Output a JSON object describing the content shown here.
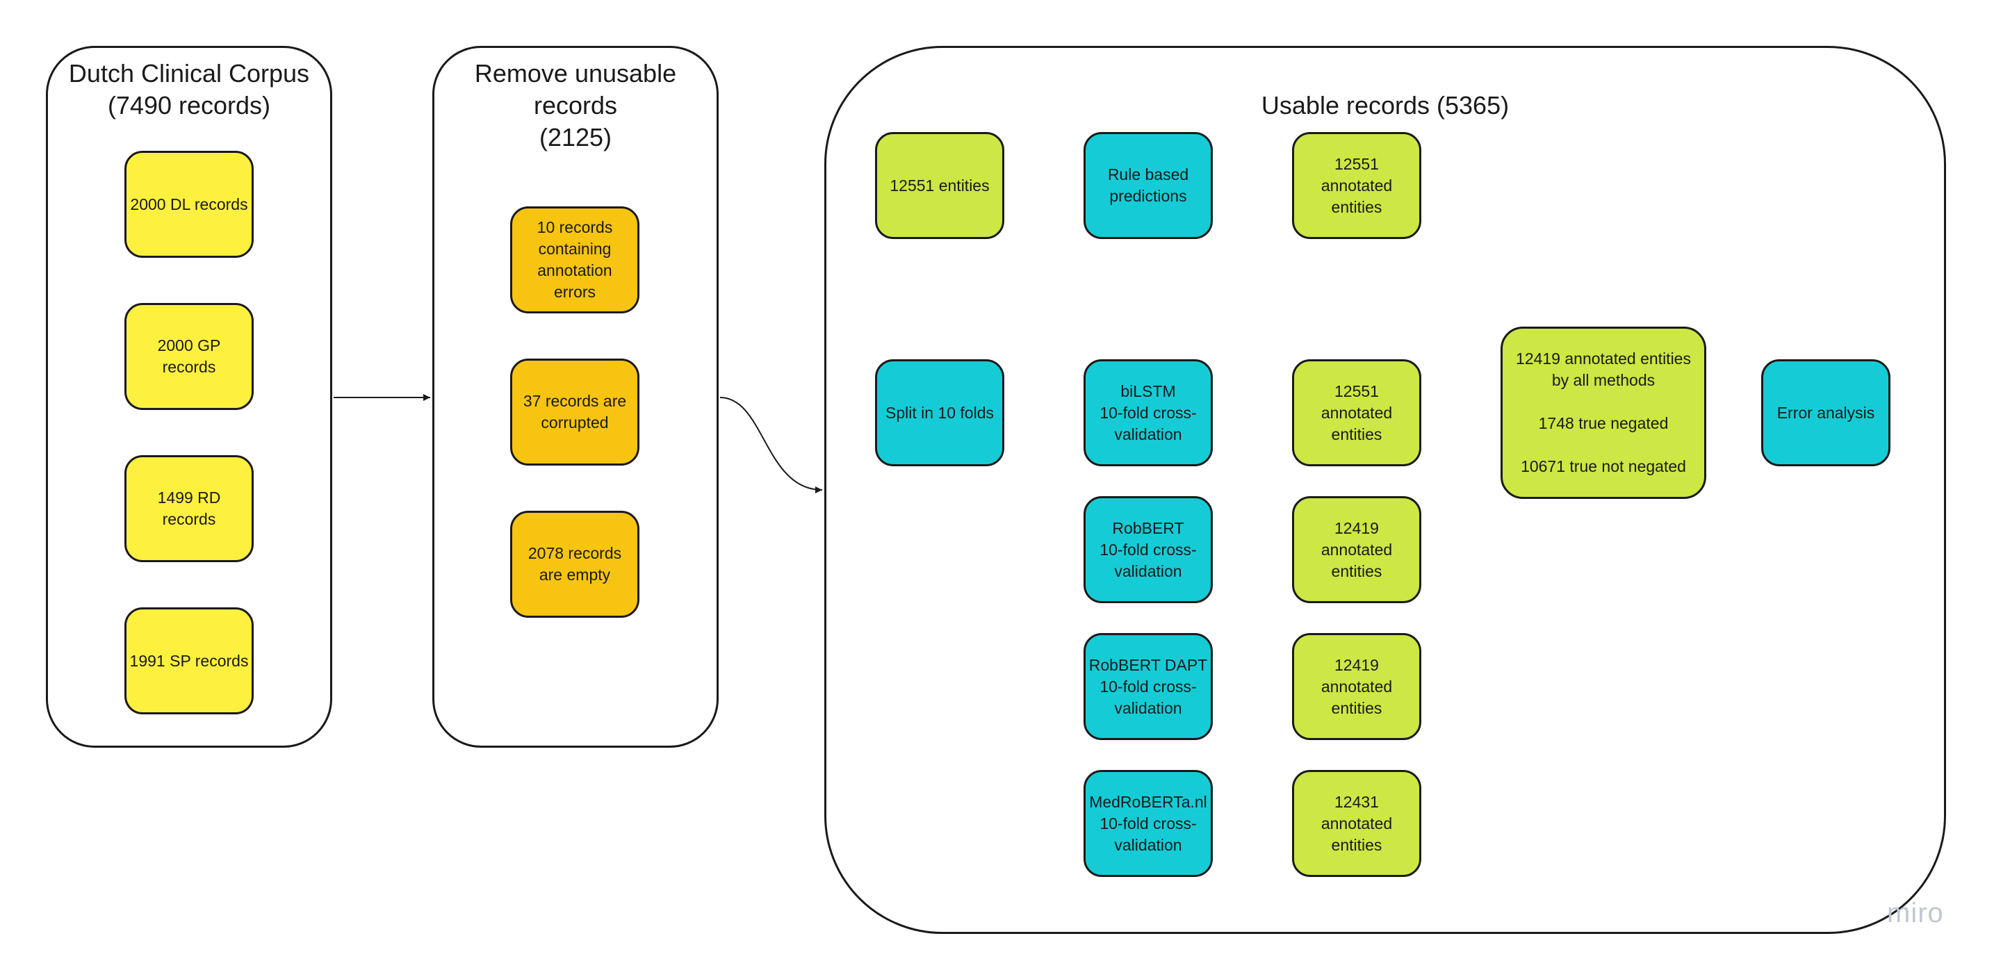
{
  "colors": {
    "record_yellow": "#fdf03f",
    "removed_orange": "#f7c412",
    "entity_lime": "#cde744",
    "method_teal": "#15ccd6",
    "line": "#1a1a1a",
    "watermark": "#c3c6cf"
  },
  "groups": {
    "corpus": {
      "title": "Dutch Clinical Corpus\n(7490 records)"
    },
    "remove": {
      "title": "Remove unusable\nrecords\n(2125)"
    },
    "usable": {
      "title": "Usable records (5365)"
    }
  },
  "nodes": {
    "dl": "2000 DL records",
    "gp": "2000 GP records",
    "rd": "1499 RD records",
    "sp": "1991 SP records",
    "errors": "10 records\ncontaining\nannotation\nerrors",
    "corrupted": "37 records are\ncorrupted",
    "empty": "2078 records\nare empty",
    "entities": "12551 entities",
    "rule": "Rule based\npredictions",
    "rule_out": "12551\nannotated\nentities",
    "split": "Split in 10 folds",
    "bilstm": "biLSTM\n10-fold cross-\nvalidation",
    "bilstm_out": "12551\nannotated\nentities",
    "robbert": "RobBERT\n10-fold cross-\nvalidation",
    "robbert_out": "12419\nannotated\nentities",
    "robbert_dapt": "RobBERT DAPT\n10-fold cross-\nvalidation",
    "robbert_dapt_out": "12419\nannotated\nentities",
    "medroberta": "MedRoBERTa.nl\n10-fold cross-\nvalidation",
    "medroberta_out": "12431\nannotated\nentities",
    "summary": "12419 annotated entities\nby all methods\n\n1748 true negated\n\n10671 true not negated",
    "error_analysis": "Error analysis"
  },
  "watermark": "miro"
}
